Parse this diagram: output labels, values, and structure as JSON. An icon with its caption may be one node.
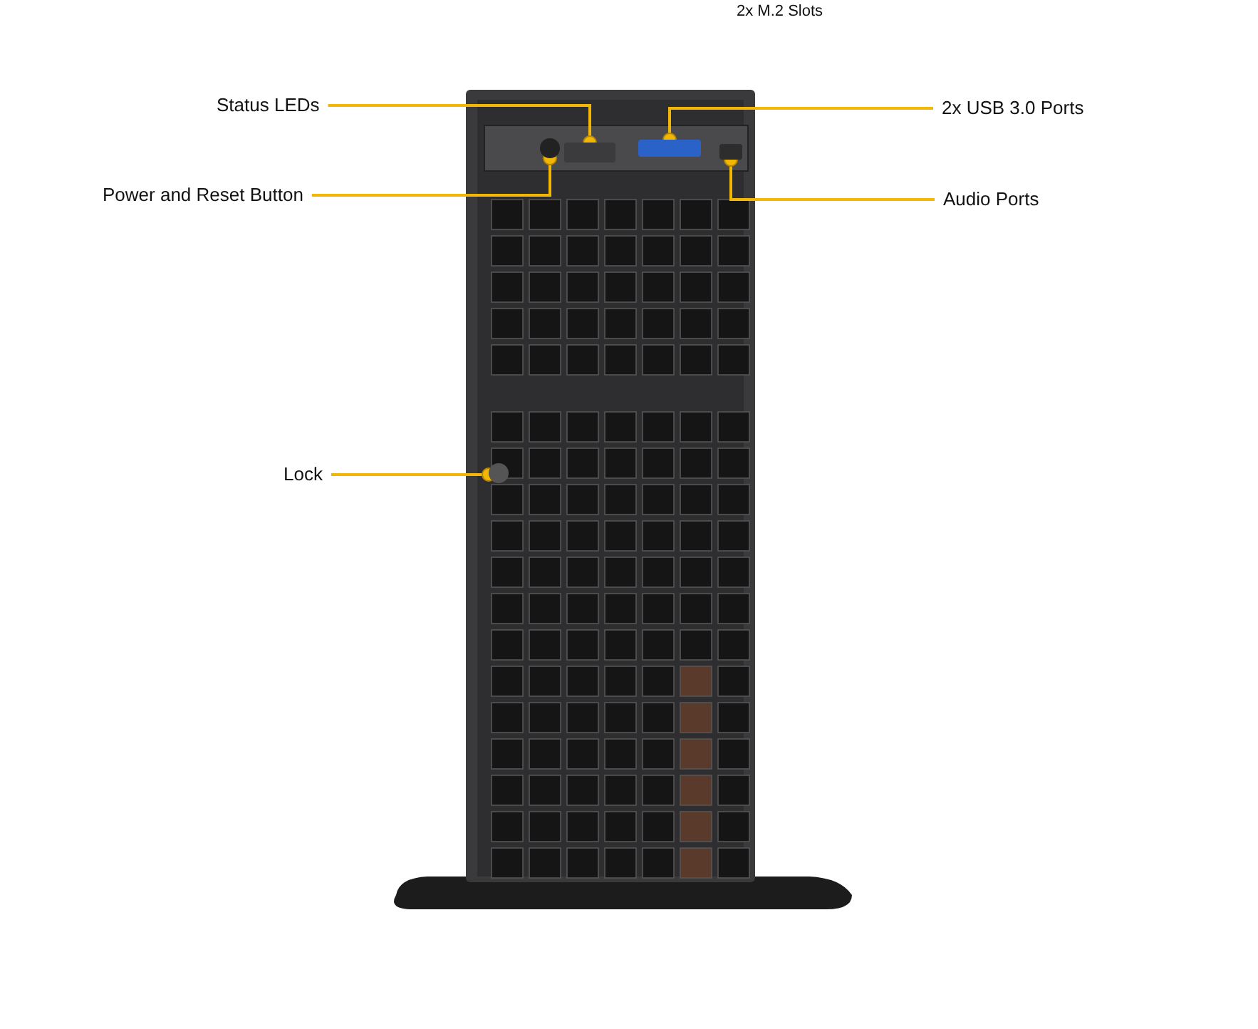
{
  "diagram": {
    "nodes": [
      {
        "text": [
          "Status LEDs"
        ]
      },
      {
        "text": [
          "Power and Reset Button"
        ]
      },
      {
        "text": [
          "2x USB 3.0 Ports"
        ]
      },
      {
        "text": [
          "Audio Ports"
        ]
      },
      {
        "text": [
          "Lock"
        ]
      },
      {
        "text": [],
        "shape": "box"
      },
      {
        "text": [],
        "shape": "circle"
      },
      {
        "text": [],
        "shape": "box"
      },
      {
        "text": [],
        "shape": "box"
      },
      {
        "text": [],
        "shape": "circle"
      }
    ],
    "edges": [
      {
        "from": 0,
        "to": 5,
        "arrow": "other"
      },
      {
        "from": 1,
        "to": 6,
        "arrow": "other"
      },
      {
        "from": 2,
        "to": 7,
        "arrow": "other"
      },
      {
        "from": 3,
        "to": 8,
        "arrow": "other"
      },
      {
        "from": 4,
        "to": 9,
        "arrow": "other"
      }
    ],
    "labels": [
      "2x M.2 Slots"
    ]
  }
}
